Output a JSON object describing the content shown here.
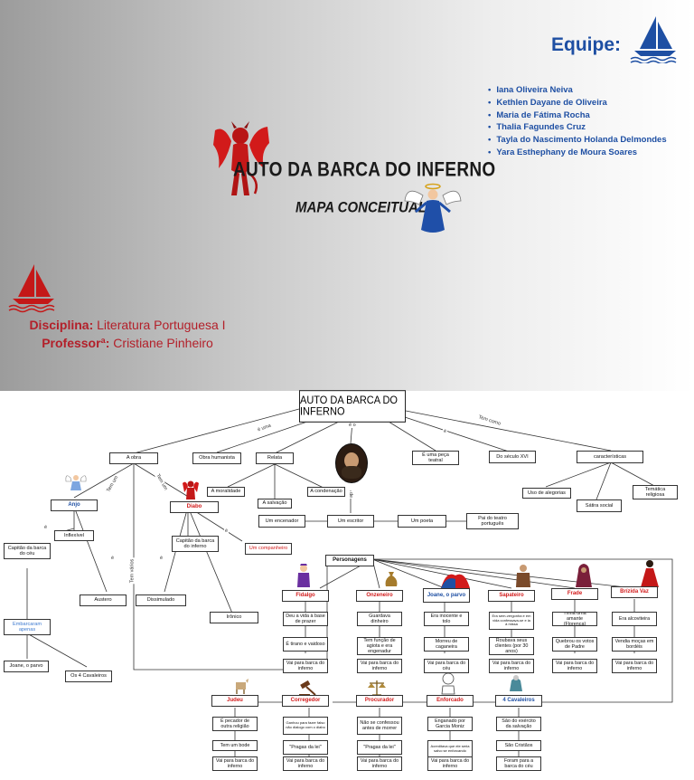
{
  "header": {
    "team_label": "Equipe:",
    "members": [
      "Iana Oliveira Neiva",
      "Kethlen Dayane de Oliveira",
      "Maria de Fátima Rocha",
      "Thalia Fagundes Cruz",
      "Tayla do Nascimento Holanda Delmondes",
      "Yara Esthephany de Moura Soares"
    ],
    "title": "AUTO DA BARCA DO INFERNO",
    "subtitle": "MAPA CONCEITUAL",
    "discipline_label": "Disciplina:",
    "discipline_value": "Literatura Portuguesa I",
    "professor_label": "Professorª:",
    "professor_value": "Cristiane Pinheiro"
  },
  "colors": {
    "blue": "#1e4fa3",
    "red": "#d21a1a",
    "light_blue": "#3e7bd1"
  },
  "map": {
    "root": "AUTO DA BARCA DO INFERNO",
    "edge_labels": {
      "e_uma": "é uma",
      "e": "é",
      "tem_como": "Tem como",
      "de": "de",
      "e_o": "é o",
      "tem_um": "Tem um",
      "tem_um2": "Tem um",
      "tem_varios": "Tem vários",
      "e1": "é",
      "e2": "é",
      "e3": "é",
      "e4": "é"
    },
    "nodes": {
      "a_obra": "A obra",
      "obra_humanista": "Obra humanista",
      "relata": "Relata",
      "peca_teatral": "É uma peça teatral",
      "seculo": "Do século XVI",
      "caracteristicas": "características",
      "uso_alegorias": "Uso de alegorias",
      "satira_social": "Sátira social",
      "tematica": "Temática religiosa",
      "moralidade": "A moralidade",
      "salvacao": "A salvação",
      "condenacao": "A condenação",
      "encenador": "Um encenador",
      "escritor": "Um escritor",
      "poeta": "Um poeta",
      "pai_teatro": "Pai do teatro português",
      "anjo": "Anjo",
      "inflexivel": "Inflexível",
      "capitao_ceu": "Capitão da barca do céu",
      "austero": "Austero",
      "embarcaram": "Embarcaram apenas",
      "joane_parvo": "Joane, o parvo",
      "quatro_cav": "Os 4 Cavaleiros",
      "diabo": "Diabo",
      "capitao_inferno": "Capitão da barca do inferno",
      "companheiro": "Um companheiro",
      "dissimulado": "Dissimulado",
      "ironico": "Irônico",
      "personagens": "Personagens"
    },
    "characters": [
      {
        "name": "Fidalgo",
        "traits": [
          "Deu a vida à base de prazer",
          "É tirano e vaidoso",
          "Vai para barca do inferno"
        ]
      },
      {
        "name": "Onzeneiro",
        "traits": [
          "Guardava dinheiro",
          "Tem função de agiota e era engenadur",
          "Vai para barca do inferno"
        ]
      },
      {
        "name": "Joane, o parvo",
        "traits": [
          "Era inocente e tolo",
          "Morreu de caganeira",
          "Vai para barca do céu"
        ]
      },
      {
        "name": "Sapateiro",
        "traits": [
          "Era sem-vergonha e em vida confessava-se e ia à missa",
          "Roubava seus clientes (por 30 anos)",
          "Vai para barca do inferno"
        ]
      },
      {
        "name": "Frade",
        "traits": [
          "Tinha uma amante (Florença)",
          "Quebrou os votos de Padre",
          "Vai para barca do inferno"
        ]
      },
      {
        "name": "Brízida Vaz",
        "traits": [
          "Era alcoviteira",
          "Vendia moças em bordéis",
          "Vai para barca do inferno"
        ]
      },
      {
        "name": "Judeu",
        "traits": [
          "É pecador de outra religião",
          "Tem um bode",
          "Vai para barca do inferno"
        ]
      },
      {
        "name": "Corregedor",
        "traits": [
          "Ganhou para fazer falso não dialogo com o diabo",
          "\"Pragas da lei\"",
          "Vai para barca do inferno"
        ]
      },
      {
        "name": "Procurador",
        "traits": [
          "Não se confessou antes de morrer",
          "\"Pragas da lei\"",
          "Vai para barca do inferno"
        ]
      },
      {
        "name": "Enforcado",
        "traits": [
          "Enganado por Garcia Moniz",
          "Acreditava que ele seria salvo se enforcando",
          "Vai para barca do inferno"
        ]
      },
      {
        "name": "4 Cavaleiros",
        "traits": [
          "São do exército da salvação",
          "São Cristãos",
          "Foram para a barca do céu"
        ]
      }
    ]
  }
}
